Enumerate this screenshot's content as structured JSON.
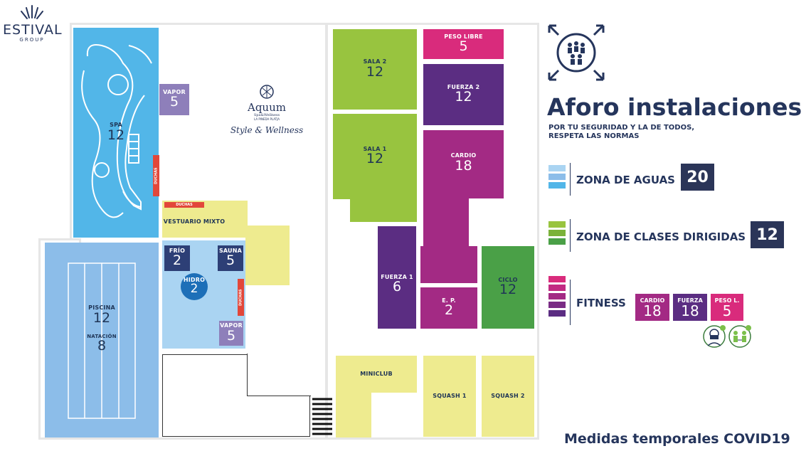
{
  "logo": {
    "brand": "ESTIVAL",
    "sub": "GROUP"
  },
  "spa_brand": {
    "name": "Aquum",
    "sub1": "Spa&Wellness",
    "sub2": "LA PINEDA PLATJA",
    "tagline": "Style & Wellness"
  },
  "rooms": {
    "spa": {
      "label": "SPA",
      "value": "12"
    },
    "vapor_top": {
      "label": "VAPOR",
      "value": "5"
    },
    "duchas_spa": {
      "label": "DUCHAS"
    },
    "duchas_vest": {
      "label": "DUCHAS"
    },
    "vestuario": {
      "label": "VESTUARIO MIXTO"
    },
    "frio": {
      "label": "FRÍO",
      "value": "2"
    },
    "sauna": {
      "label": "SAUNA",
      "value": "5"
    },
    "hidro": {
      "label": "HIDRO",
      "value": "2"
    },
    "duchas_hidro": {
      "label": "DUCHAS"
    },
    "vapor_bottom": {
      "label": "VAPOR",
      "value": "5"
    },
    "piscina": {
      "label": "PISCINA",
      "value": "12",
      "sub_label": "NATACIÓN",
      "sub_value": "8"
    },
    "sala2": {
      "label": "SALA 2",
      "value": "12"
    },
    "sala1": {
      "label": "SALA 1",
      "value": "12"
    },
    "peso_libre": {
      "label": "PESO LIBRE",
      "value": "5"
    },
    "fuerza2": {
      "label": "FUERZA 2",
      "value": "12"
    },
    "cardio": {
      "label": "CARDIO",
      "value": "18"
    },
    "fuerza1": {
      "label": "FUERZA 1",
      "value": "6"
    },
    "ep": {
      "label": "E. P.",
      "value": "2"
    },
    "ciclo": {
      "label": "CICLO",
      "value": "12"
    },
    "miniclub": {
      "label": "MINICLUB"
    },
    "squash1": {
      "label": "SQUASH 1"
    },
    "squash2": {
      "label": "SQUASH 2"
    }
  },
  "panel": {
    "title": "Aforo instalaciones",
    "subtitle1": "POR TU SEGURIDAD Y LA DE TODOS,",
    "subtitle2": "RESPETA LAS NORMAS",
    "zona_aguas": {
      "label": "ZONA DE AGUAS",
      "value": "20"
    },
    "zona_clases": {
      "label": "ZONA DE CLASES DIRIGIDAS",
      "value": "12"
    },
    "fitness": {
      "label": "FITNESS",
      "cardio": {
        "label": "CARDIO",
        "value": "18"
      },
      "fuerza": {
        "label": "FUERZA",
        "value": "18"
      },
      "peso": {
        "label": "PESO L.",
        "value": "5"
      }
    }
  },
  "footer": "Medidas temporales COVID19",
  "colors": {
    "navy": "#2b3558",
    "green": "#98c43f",
    "purple": "#5b2d82",
    "magenta": "#a32a84",
    "pink": "#d92b7c",
    "sky": "#52b6e8",
    "yellow": "#eeeb8f"
  },
  "icons": {
    "crowd": "crowd-arrows-icon",
    "mask": "face-mask-icon",
    "distance": "social-distance-icon"
  }
}
